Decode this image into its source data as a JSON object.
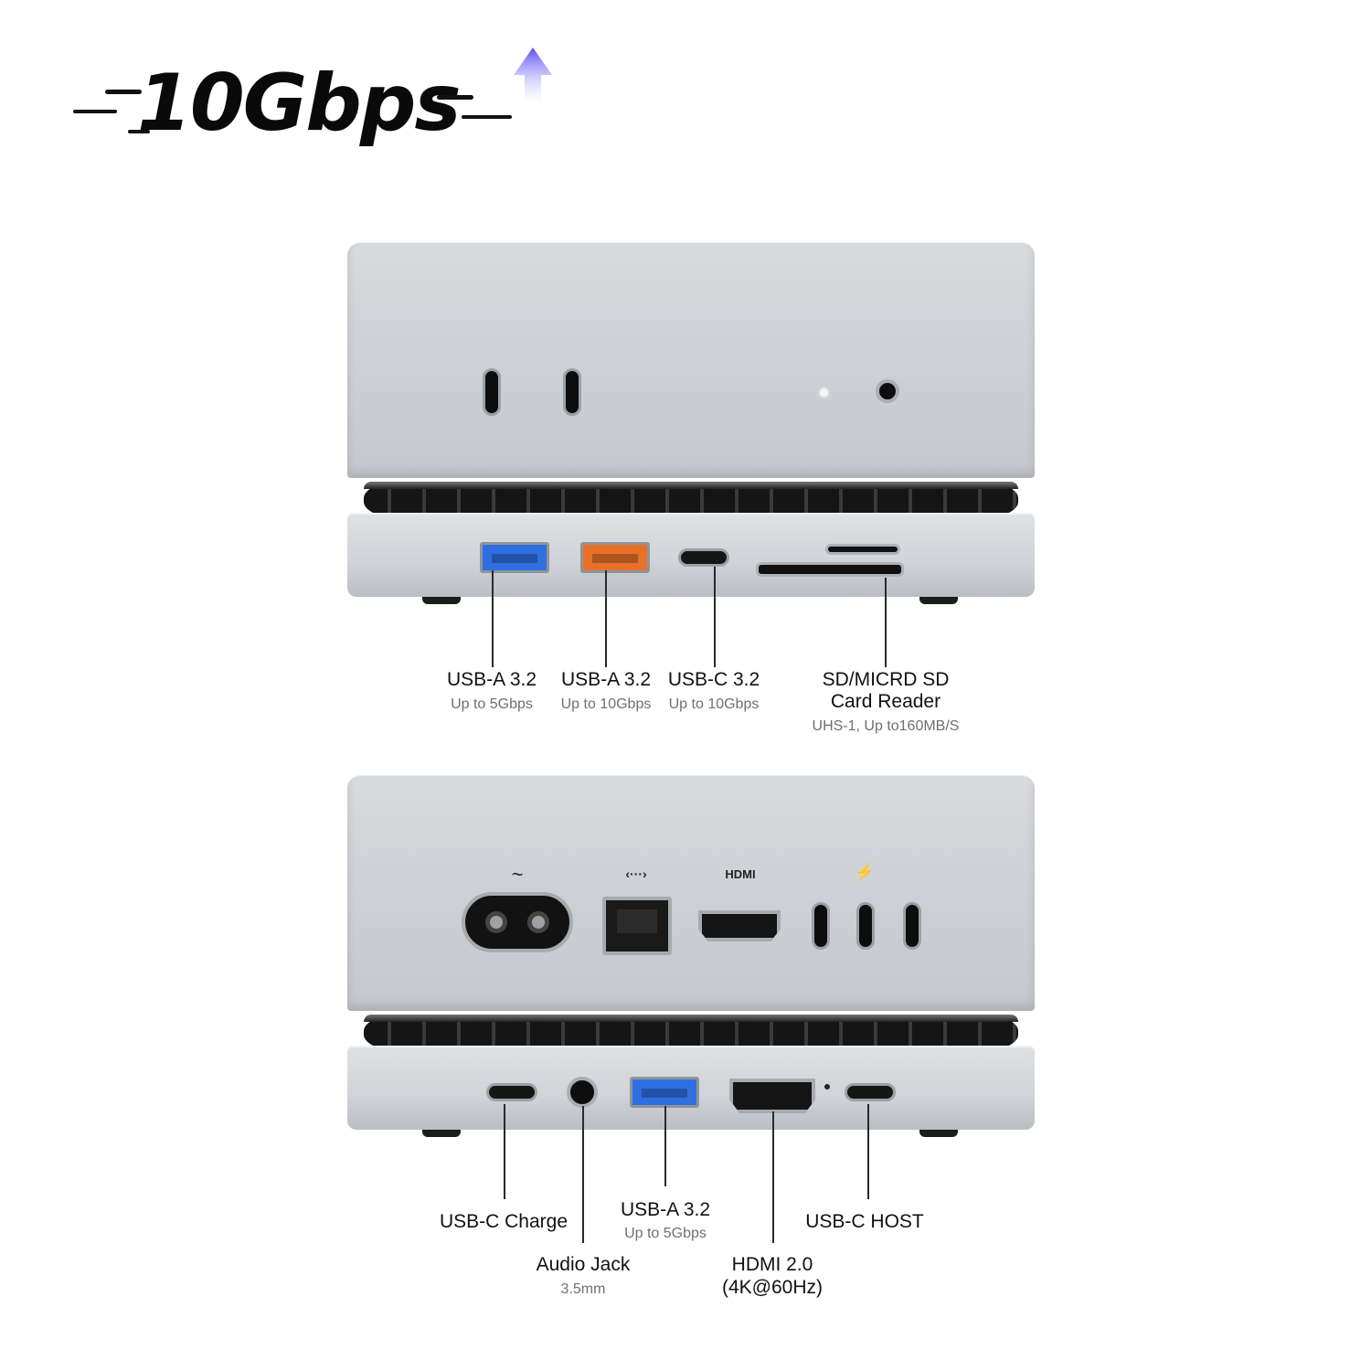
{
  "headline": {
    "text": "10Gbps",
    "accent_color": "#6e66f0"
  },
  "top_view": {
    "ports": [
      {
        "label": "USB-A 3.2",
        "sub": "Up to 5Gbps",
        "color": "#2f6fe0"
      },
      {
        "label": "USB-A 3.2",
        "sub": "Up to 10Gbps",
        "color": "#e8712a"
      },
      {
        "label": "USB-C 3.2",
        "sub": "Up to 10Gbps"
      },
      {
        "label": "SD/MICRD SD",
        "label2": "Card Reader",
        "sub": "UHS-1, Up to160MB/S"
      }
    ]
  },
  "bottom_view": {
    "port_icons": {
      "power": "~",
      "ethernet": "‹···›",
      "hdmi": "HDMI",
      "thunderbolt": "⚡"
    },
    "ports": [
      {
        "label": "USB-C Charge"
      },
      {
        "label": "Audio Jack",
        "sub": "3.5mm"
      },
      {
        "label": "USB-A 3.2",
        "sub": "Up to 5Gbps",
        "color": "#2f6fe0"
      },
      {
        "label": "HDMI 2.0",
        "label2": "(4K@60Hz)"
      },
      {
        "label": "USB-C HOST"
      }
    ]
  }
}
